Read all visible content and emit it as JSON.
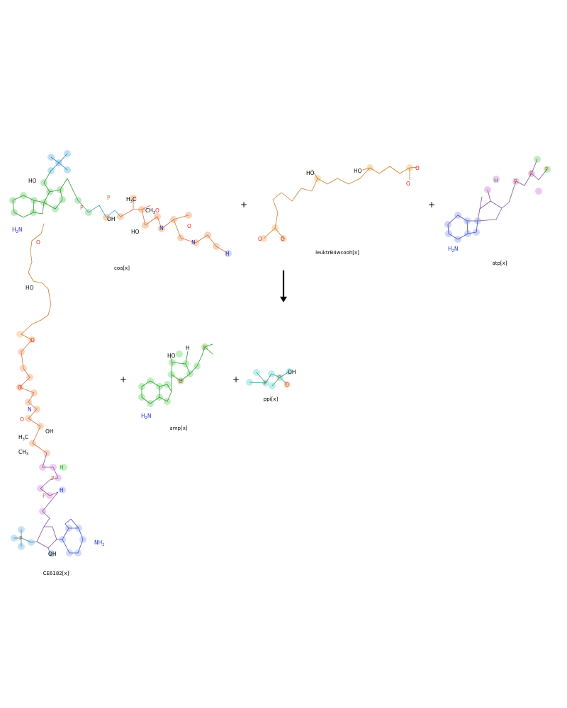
{
  "reactants": [
    {
      "id": "coa",
      "label": "coa[x]"
    },
    {
      "id": "leuk",
      "label": "leuktrB4wcooh[x]"
    },
    {
      "id": "atp",
      "label": "atp[x]"
    }
  ],
  "products": [
    {
      "id": "ce",
      "label": "CE6182[x]"
    },
    {
      "id": "amp",
      "label": "amp[x]"
    },
    {
      "id": "ppi",
      "label": "ppi[x]"
    }
  ],
  "operators": {
    "plus": "+"
  },
  "atoms": {
    "O": "O",
    "N": "N",
    "P": "P",
    "H": "H",
    "HO": "HO",
    "OH": "OH",
    "NH2": "NH",
    "H2N": "H",
    "H3C": "H",
    "CH3": "CH",
    "sub2": "2",
    "sub3": "3",
    "minus": "-"
  },
  "colors": {
    "coa": "#f4b183",
    "coa_adenosine": "#8fd98f",
    "coa_phosphate": "#8ec8e8",
    "leuk": "#f7c58a",
    "atp_purine": "#a8b4f2",
    "atp_phosphate": "#e09ee6",
    "amp_ring": "#8fe08f",
    "ppi": "#8fe0e0",
    "oxygen": "#e02020",
    "nitrogen": "#2030d0",
    "phosphorus": "#c07020",
    "bond_coa": "#d07040",
    "bond_leuk": "#c08030",
    "bond_purine": "#4050c0",
    "arrow": "#000000"
  }
}
